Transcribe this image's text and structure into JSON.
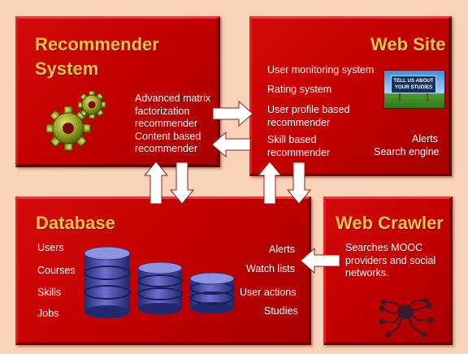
{
  "recommender": {
    "title_line1": "Recommender",
    "title_line2": "System",
    "items": [
      "Advanced matrix",
      "factorization",
      "recommender",
      "Content based",
      "recommender"
    ]
  },
  "website": {
    "title": "Web Site",
    "items": [
      "User monitoring system",
      "Rating system",
      "User profile based",
      "recommender",
      "Skill based",
      "recommender"
    ],
    "billboard_line1": "TELL US ABOUT",
    "billboard_line2": "YOUR STUDIES",
    "alerts": "Alerts",
    "search_engine": "Search engine"
  },
  "database": {
    "title": "Database",
    "left_items": [
      "Users",
      "Courses",
      "Skills",
      "Jobs"
    ],
    "right_items": [
      "Alerts",
      "Watch lists",
      "User actions",
      "Studies"
    ]
  },
  "crawler": {
    "title": "Web Crawler",
    "description": [
      "Searches MOOC",
      "providers and social",
      "networks."
    ]
  },
  "colors": {
    "background": "#f9d3b8",
    "panel": "#c00000",
    "title": "#f6c344",
    "text": "#ffffff",
    "database_icon": "#4a4fae"
  }
}
